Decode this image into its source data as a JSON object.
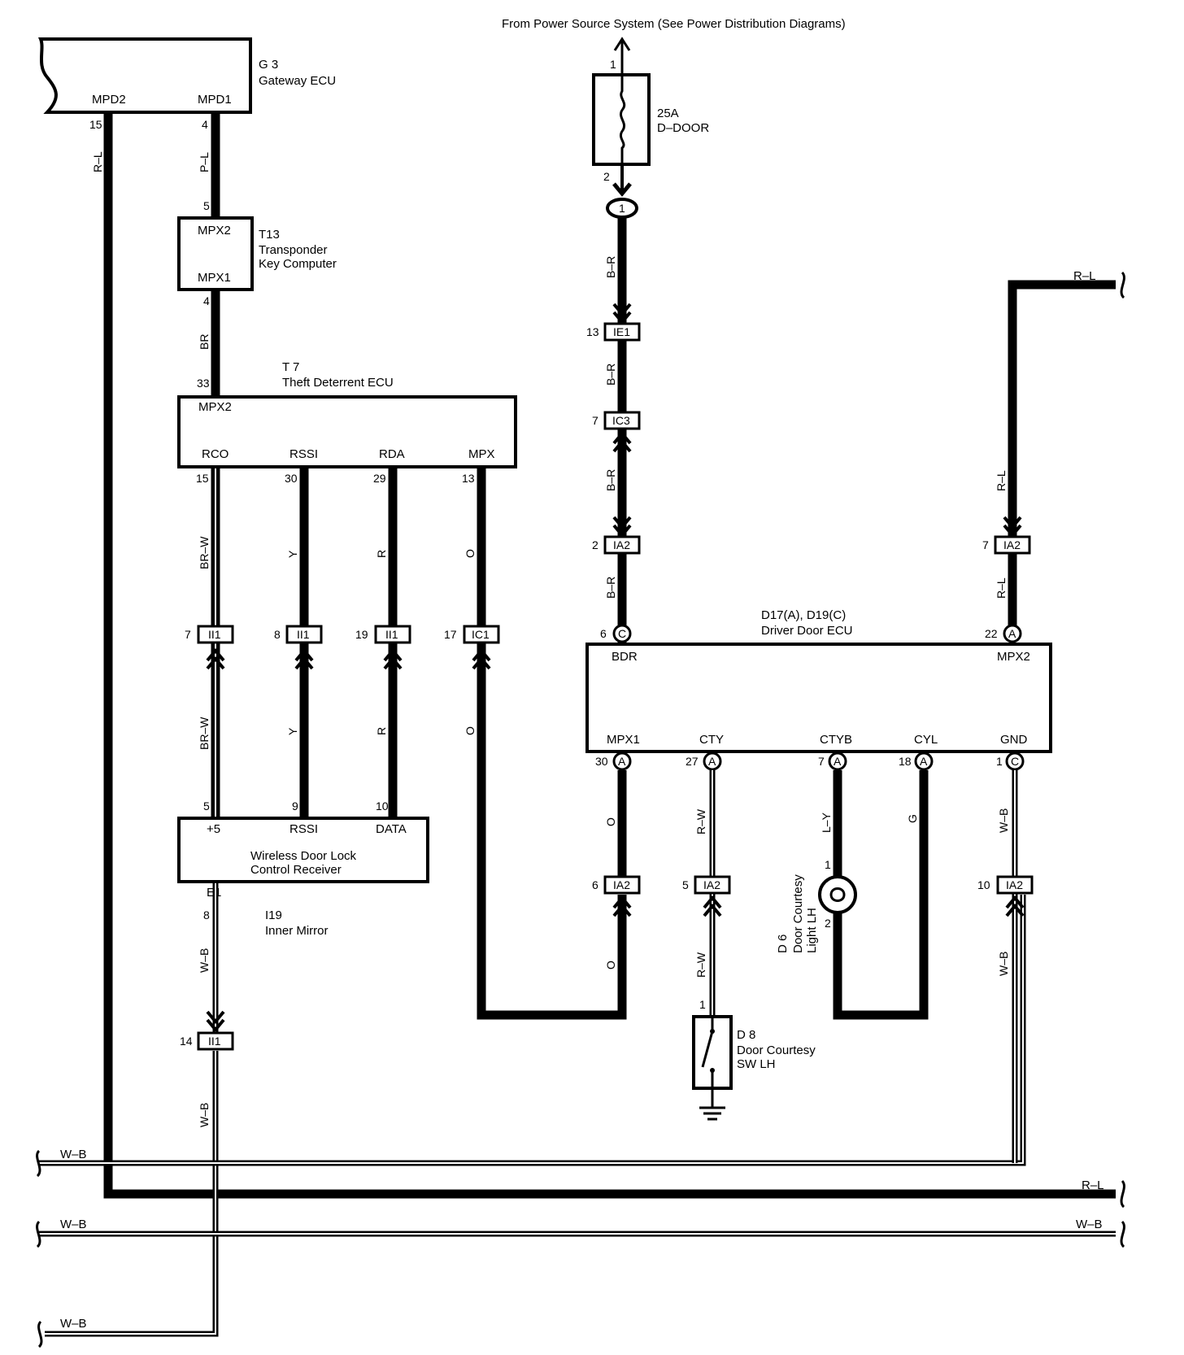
{
  "gateway": {
    "code": "G 3",
    "name": "Gateway ECU",
    "pin_mpd2": "MPD2",
    "pin_mpd1": "MPD1"
  },
  "transponder": {
    "code": "T13",
    "name1": "Transponder",
    "name2": "Key Computer",
    "pin_top": "MPX2",
    "pin_bottom": "MPX1"
  },
  "theft": {
    "code": "T 7",
    "name": "Theft Deterrent ECU",
    "pin_mpx2": "MPX2",
    "pin_rco": "RCO",
    "pin_rssi": "RSSI",
    "pin_rda": "RDA",
    "pin_mpx": "MPX"
  },
  "receiver": {
    "name1": "Wireless Door Lock",
    "name2": "Control Receiver",
    "pin_plus5": "+5",
    "pin_rssi": "RSSI",
    "pin_data": "DATA",
    "pin_e1": "E1"
  },
  "mirror": {
    "code": "I19",
    "name": "Inner Mirror"
  },
  "power": {
    "note": "From Power Source System (See Power Distribution Diagrams)"
  },
  "fuse": {
    "rating": "25A",
    "name": "D–DOOR"
  },
  "driver_ecu": {
    "code": "D17(A), D19(C)",
    "name": "Driver Door ECU",
    "pin_bdr": "BDR",
    "pin_mpx2": "MPX2",
    "pin_mpx1": "MPX1",
    "pin_cty": "CTY",
    "pin_ctyb": "CTYB",
    "pin_cyl": "CYL",
    "pin_gnd": "GND"
  },
  "switch": {
    "code": "D 8",
    "name1": "Door Courtesy",
    "name2": "SW LH"
  },
  "light": {
    "code": "D 6",
    "name1": "Door Courtesy",
    "name2": "Light LH"
  },
  "connectors": {
    "ii1": "II1",
    "ic1": "IC1",
    "ie1": "IE1",
    "ic3": "IC3",
    "ia2": "IA2"
  },
  "terminals": {
    "a": "A",
    "c": "C"
  },
  "wires": {
    "r_l": "R–L",
    "p_l": "P–L",
    "br": "BR",
    "br_w": "BR–W",
    "y": "Y",
    "r": "R",
    "o": "O",
    "w_b": "W–B",
    "b_r": "B–R",
    "r_w": "R–W",
    "l_y": "L–Y",
    "g": "G"
  },
  "pins": {
    "p1": "1",
    "p2": "2",
    "p4": "4",
    "p5": "5",
    "p6": "6",
    "p7": "7",
    "p8": "8",
    "p9": "9",
    "p10": "10",
    "p13": "13",
    "p14": "14",
    "p15": "15",
    "p17": "17",
    "p18": "18",
    "p19": "19",
    "p22": "22",
    "p27": "27",
    "p29": "29",
    "p30": "30",
    "p33": "33"
  }
}
